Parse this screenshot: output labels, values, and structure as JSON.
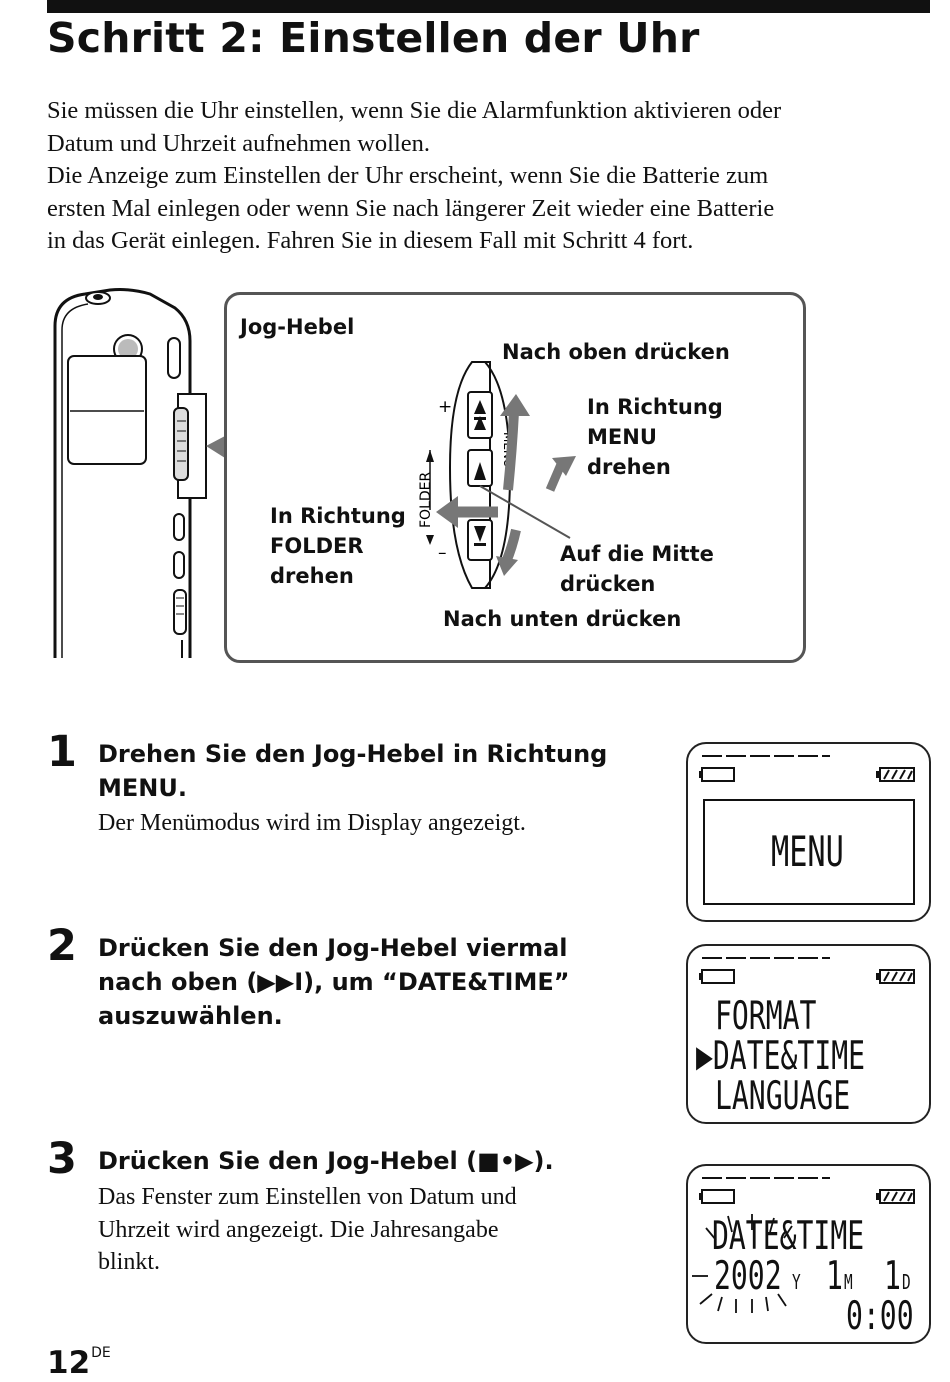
{
  "title": "Schritt 2:  Einstellen der Uhr",
  "intro": [
    "Sie müssen die Uhr einstellen, wenn Sie die Alarmfunktion aktivieren oder",
    "Datum und Uhrzeit aufnehmen wollen.",
    "Die Anzeige zum Einstellen der Uhr erscheint, wenn Sie die Batterie zum",
    "ersten Mal einlegen oder wenn Sie nach längerer Zeit wieder eine Batterie",
    "in das Gerät einlegen. Fahren Sie in diesem Fall mit Schritt 4 fort."
  ],
  "figure": {
    "jog_label": "Jog-Hebel",
    "push_up": "Nach oben drücken",
    "menu_dir": [
      "In Richtung",
      "MENU",
      "drehen"
    ],
    "folder_dir": [
      "In Richtung",
      "FOLDER",
      "drehen"
    ],
    "center": [
      "Auf die Mitte",
      "drücken"
    ],
    "push_down": "Nach unten drücken",
    "lever_folder": "FOLDER",
    "lever_menu": "MENU",
    "lever_plus": "+",
    "lever_minus": "–"
  },
  "steps": [
    {
      "num": "1",
      "head": [
        "Drehen Sie den Jog-Hebel in Richtung",
        "MENU."
      ],
      "body": [
        "Der Menümodus wird im Display angezeigt."
      ]
    },
    {
      "num": "2",
      "head": [
        "Drücken Sie den Jog-Hebel viermal",
        "nach oben (▶▶I), um “DATE&TIME”",
        "auszuwählen."
      ],
      "body": []
    },
    {
      "num": "3",
      "head": [
        "Drücken Sie den Jog-Hebel (■•▶)."
      ],
      "body": [
        "Das Fenster zum Einstellen von Datum und",
        "Uhrzeit wird angezeigt. Die Jahresangabe",
        "blinkt."
      ]
    }
  ],
  "displays": {
    "d1": "MENU",
    "d2": {
      "line1": "FORMAT",
      "line2": "▶DATE&TIME",
      "line3": "LANGUAGE"
    },
    "d3": {
      "line1": "DATE&TIME",
      "year": "2002",
      "year_unit": "Y",
      "month": "1",
      "month_unit": "M",
      "day": "1",
      "day_unit": "D",
      "time": "0:00"
    }
  },
  "page_number": "12",
  "page_suffix": "DE"
}
